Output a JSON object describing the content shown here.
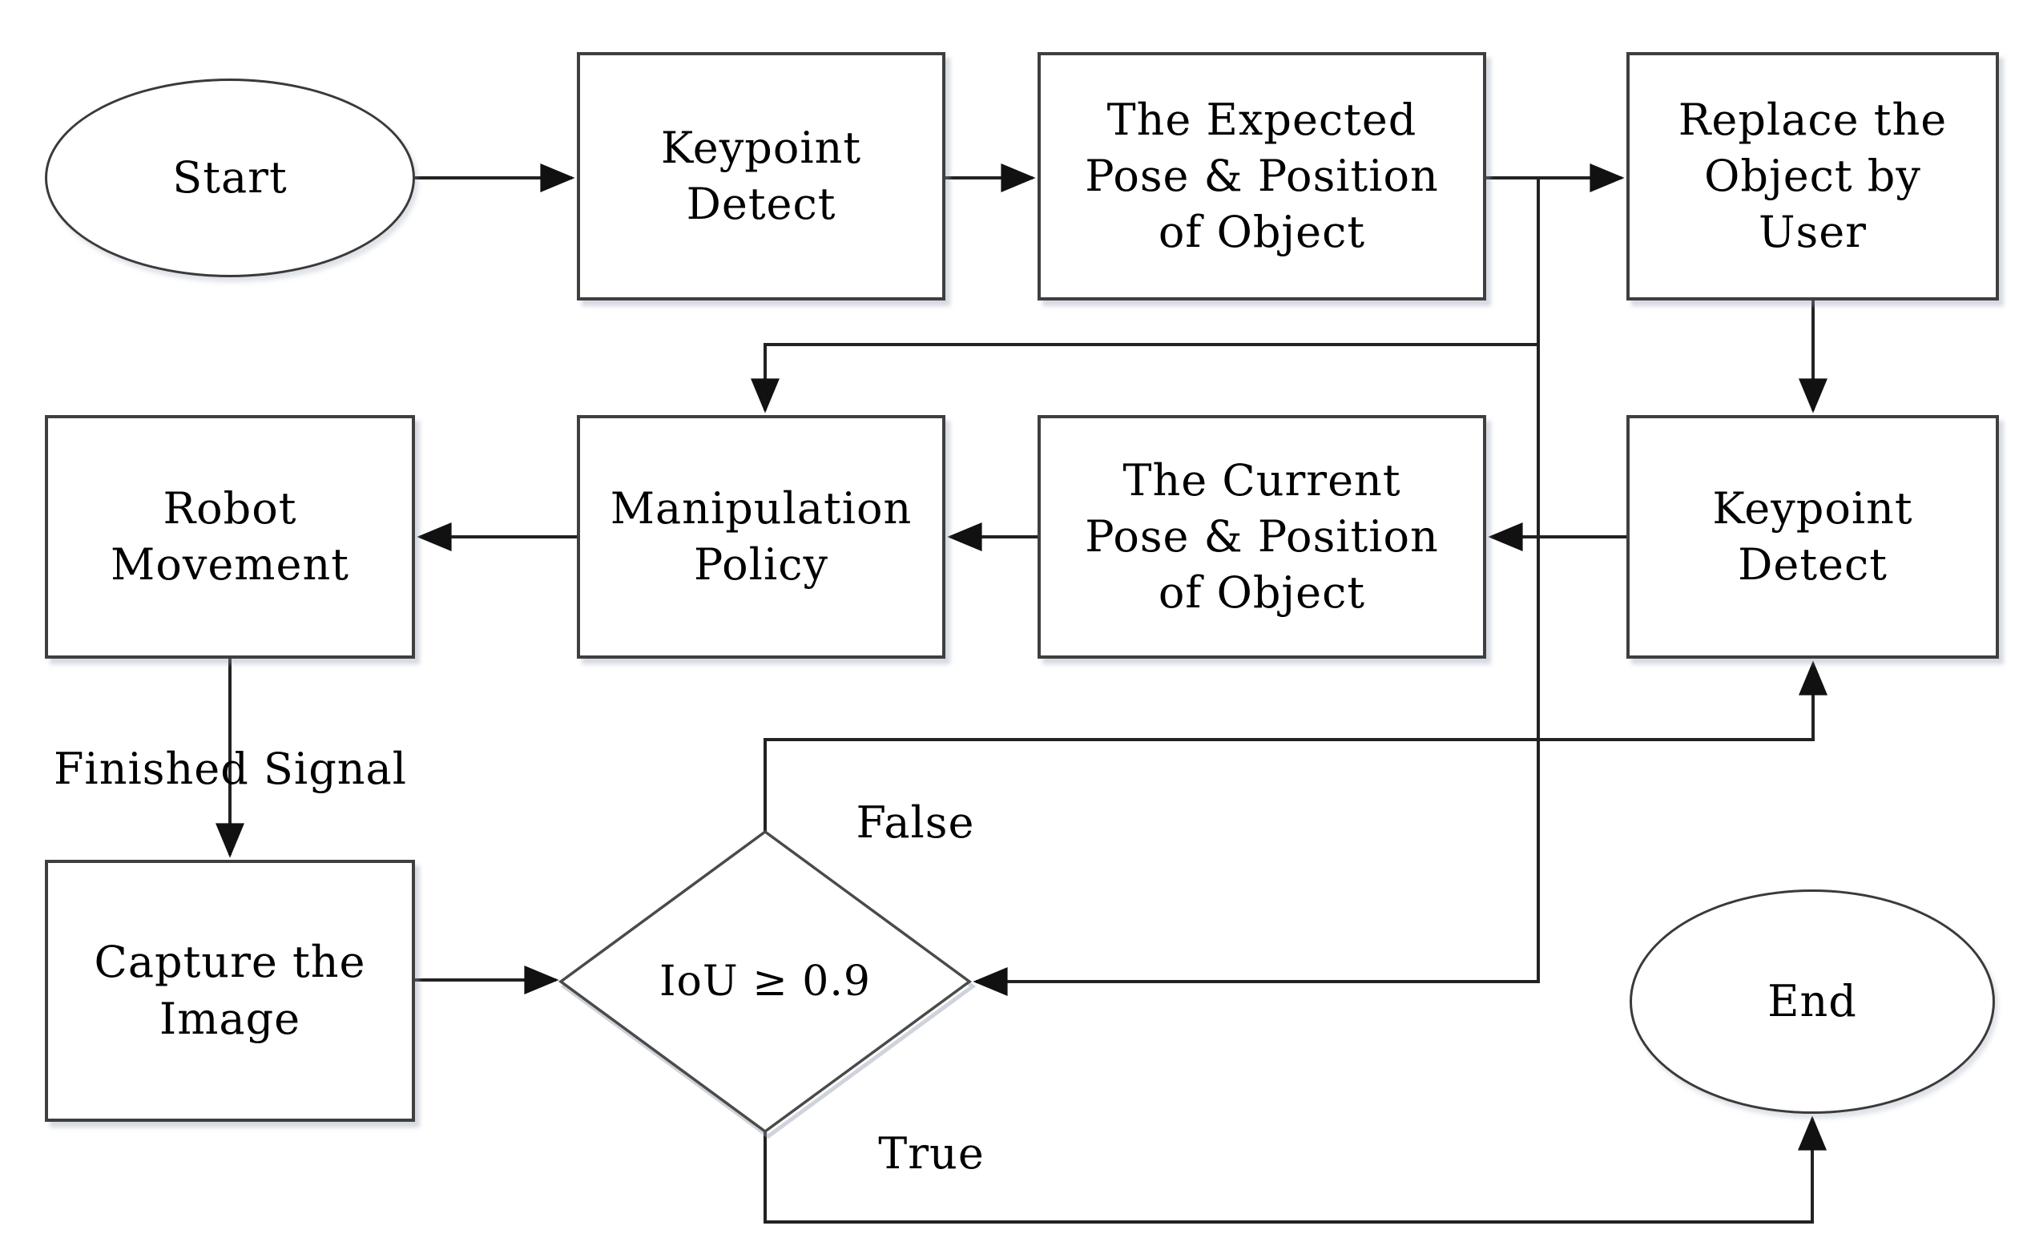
{
  "diagram": {
    "type": "flowchart",
    "background_color": "#ffffff",
    "line_color": "#222222",
    "border_color": "#3f3f3f",
    "text_color": "#000000",
    "nodes": {
      "start": {
        "shape": "ellipse",
        "label": "Start"
      },
      "keypoint_detect_1": {
        "shape": "rect",
        "label": "Keypoint\nDetect"
      },
      "expected_pose": {
        "shape": "rect",
        "label": "The Expected\nPose & Position\nof Object"
      },
      "replace_object": {
        "shape": "rect",
        "label": "Replace the\nObject by\nUser"
      },
      "robot_movement": {
        "shape": "rect",
        "label": "Robot\nMovement"
      },
      "manipulation_policy": {
        "shape": "rect",
        "label": "Manipulation\nPolicy"
      },
      "current_pose": {
        "shape": "rect",
        "label": "The Current\nPose & Position\nof Object"
      },
      "keypoint_detect_2": {
        "shape": "rect",
        "label": "Keypoint\nDetect"
      },
      "capture_image": {
        "shape": "rect",
        "label": "Capture the\nImage"
      },
      "iou_decision": {
        "shape": "diamond",
        "label": "IoU ≥ 0.9"
      },
      "end": {
        "shape": "ellipse",
        "label": "End"
      }
    },
    "edge_labels": {
      "finished_signal": "Finished Signal",
      "false_branch": "False",
      "true_branch": "True"
    },
    "edges": [
      "Start → Keypoint Detect",
      "Keypoint Detect → The Expected Pose & Position of Object",
      "The Expected Pose & Position of Object → Replace the Object by User",
      "The Expected Pose & Position of Object → Manipulation Policy",
      "The Expected Pose & Position of Object → IoU ≥ 0.9",
      "Replace the Object by User → Keypoint Detect (right)",
      "Keypoint Detect (right) → The Current Pose & Position of Object",
      "The Current Pose & Position of Object → Manipulation Policy",
      "Manipulation Policy → Robot Movement",
      "Robot Movement → Capture the Image (Finished Signal)",
      "Capture the Image → IoU ≥ 0.9",
      "IoU ≥ 0.9 → Keypoint Detect (right) (False)",
      "IoU ≥ 0.9 → End (True)"
    ]
  }
}
